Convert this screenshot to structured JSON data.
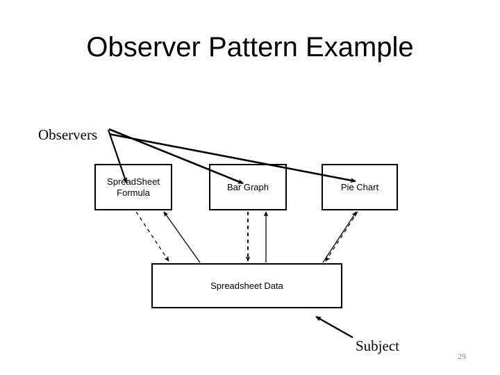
{
  "slide": {
    "title": "Observer Pattern Example",
    "page_number": "29",
    "background_color": "#ffffff",
    "ink_color": "#000000",
    "page_number_color": "#8c8c8c"
  },
  "labels": {
    "observers": "Observers",
    "subject": "Subject"
  },
  "boxes": {
    "spreadsheet_formula": {
      "line1": "SpreadSheet",
      "line2": "Formula"
    },
    "bar_graph": {
      "line1": "Bar Graph"
    },
    "pie_chart": {
      "line1": "Pie Chart"
    },
    "spreadsheet_data": {
      "line1": "Spreadsheet Data"
    }
  },
  "connectors": {
    "observer_pointers": [
      {
        "name": "observers-to-spreadsheet-formula",
        "style": "solid-thick",
        "direction": "label-to-box"
      },
      {
        "name": "observers-to-bar-graph",
        "style": "solid-thick",
        "direction": "label-to-box"
      },
      {
        "name": "observers-to-pie-chart",
        "style": "solid-thick",
        "direction": "label-to-box"
      }
    ],
    "notify_links": [
      {
        "name": "data-to-spreadsheet-formula",
        "style": "solid",
        "direction": "up"
      },
      {
        "name": "data-to-bar-graph",
        "style": "solid",
        "direction": "up"
      },
      {
        "name": "data-to-pie-chart",
        "style": "solid",
        "direction": "up"
      }
    ],
    "update_links": [
      {
        "name": "spreadsheet-formula-to-data",
        "style": "dashed",
        "direction": "down"
      },
      {
        "name": "bar-graph-to-data",
        "style": "dashed",
        "direction": "down"
      },
      {
        "name": "pie-chart-to-data",
        "style": "dashed",
        "direction": "down"
      }
    ],
    "subject_pointer": {
      "name": "subject-to-spreadsheet-data",
      "style": "solid-thick",
      "direction": "label-to-box"
    }
  }
}
